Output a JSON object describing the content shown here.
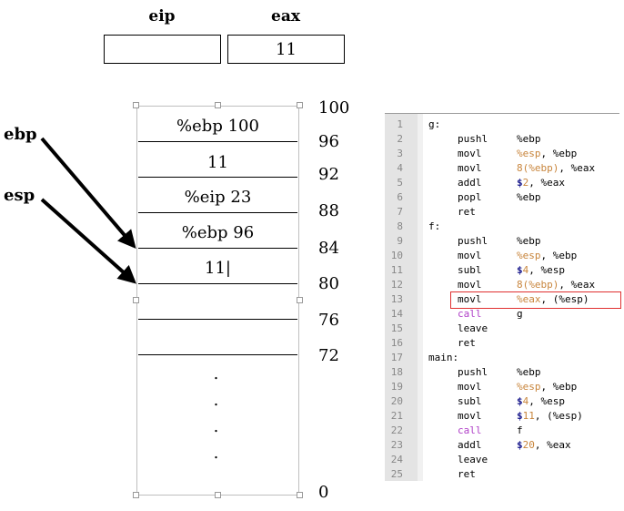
{
  "registers": [
    {
      "name": "eip",
      "value": ""
    },
    {
      "name": "eax",
      "value": "11"
    }
  ],
  "pointers": {
    "ebp": "ebp",
    "esp": "esp"
  },
  "stack_cells": [
    "%ebp 100",
    "11",
    "%eip 23",
    "%ebp 96",
    "11|",
    "",
    "",
    ""
  ],
  "addresses": [
    "100",
    "96",
    "92",
    "88",
    "84",
    "80",
    "76",
    "72",
    "0"
  ],
  "dots": [
    ".",
    ".",
    ".",
    "."
  ],
  "code": [
    {
      "n": "1",
      "label": "g:"
    },
    {
      "n": "2",
      "ins": "pushl",
      "ops": [
        {
          "t": "%ebp"
        }
      ]
    },
    {
      "n": "3",
      "ins": "movl",
      "ops": [
        {
          "t": "%esp",
          "c": "orange"
        },
        {
          "t": ", %ebp"
        }
      ]
    },
    {
      "n": "4",
      "ins": "movl",
      "ops": [
        {
          "t": "8(%ebp)",
          "c": "orange"
        },
        {
          "t": ", %eax"
        }
      ]
    },
    {
      "n": "5",
      "ins": "addl",
      "ops": [
        {
          "t": "$",
          "c": "navy"
        },
        {
          "t": "2",
          "c": "orange"
        },
        {
          "t": ", %eax"
        }
      ]
    },
    {
      "n": "6",
      "ins": "popl",
      "ops": [
        {
          "t": "%ebp"
        }
      ]
    },
    {
      "n": "7",
      "ins": "ret",
      "ops": []
    },
    {
      "n": "8",
      "label": "f:"
    },
    {
      "n": "9",
      "ins": "pushl",
      "ops": [
        {
          "t": "%ebp"
        }
      ]
    },
    {
      "n": "10",
      "ins": "movl",
      "ops": [
        {
          "t": "%esp",
          "c": "orange"
        },
        {
          "t": ", %ebp"
        }
      ]
    },
    {
      "n": "11",
      "ins": "subl",
      "ops": [
        {
          "t": "$",
          "c": "navy"
        },
        {
          "t": "4",
          "c": "orange"
        },
        {
          "t": ", %esp"
        }
      ]
    },
    {
      "n": "12",
      "ins": "movl",
      "ops": [
        {
          "t": "8(%ebp)",
          "c": "orange"
        },
        {
          "t": ", %eax"
        }
      ]
    },
    {
      "n": "13",
      "ins": "movl",
      "ops": [
        {
          "t": "%eax",
          "c": "orange"
        },
        {
          "t": ", (%esp)"
        }
      ]
    },
    {
      "n": "14",
      "ins": "call",
      "insc": "purple",
      "ops": [
        {
          "t": "g"
        }
      ]
    },
    {
      "n": "15",
      "ins": "leave",
      "ops": []
    },
    {
      "n": "16",
      "ins": "ret",
      "ops": []
    },
    {
      "n": "17",
      "label": "main:"
    },
    {
      "n": "18",
      "ins": "pushl",
      "ops": [
        {
          "t": "%ebp"
        }
      ]
    },
    {
      "n": "19",
      "ins": "movl",
      "ops": [
        {
          "t": "%esp",
          "c": "orange"
        },
        {
          "t": ", %ebp"
        }
      ]
    },
    {
      "n": "20",
      "ins": "subl",
      "ops": [
        {
          "t": "$",
          "c": "navy"
        },
        {
          "t": "4",
          "c": "orange"
        },
        {
          "t": ", %esp"
        }
      ]
    },
    {
      "n": "21",
      "ins": "movl",
      "ops": [
        {
          "t": "$",
          "c": "navy"
        },
        {
          "t": "11",
          "c": "orange"
        },
        {
          "t": ", (%esp)"
        }
      ]
    },
    {
      "n": "22",
      "ins": "call",
      "insc": "purple",
      "ops": [
        {
          "t": "f"
        }
      ]
    },
    {
      "n": "23",
      "ins": "addl",
      "ops": [
        {
          "t": "$",
          "c": "navy"
        },
        {
          "t": "20",
          "c": "orange"
        },
        {
          "t": ", %eax"
        }
      ]
    },
    {
      "n": "24",
      "ins": "leave",
      "ops": []
    },
    {
      "n": "25",
      "ins": "ret",
      "ops": []
    }
  ],
  "highlighted_line": "13",
  "colors": {
    "highlight_border": "#e03030",
    "orange": "#c8853c",
    "navy": "#1a1a8c",
    "purple": "#b040c8"
  }
}
